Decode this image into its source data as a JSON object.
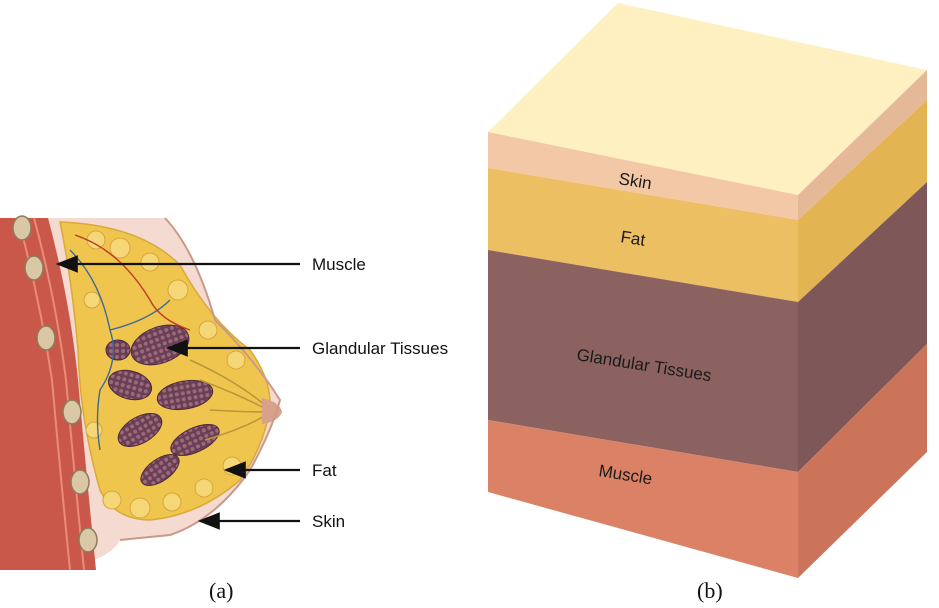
{
  "panel_a": {
    "caption": "(a)",
    "labels": {
      "muscle": "Muscle",
      "glandular": "Glandular Tissues",
      "fat": "Fat",
      "skin": "Skin"
    }
  },
  "panel_b": {
    "caption": "(b)",
    "layers": {
      "skin": "Skin",
      "fat": "Fat",
      "glandular": "Glandular Tissues",
      "muscle": "Muscle"
    }
  },
  "colors": {
    "skin_layer": "#F3C9A6",
    "fat_layer": "#ECC063",
    "glandular_layer": "#8D6360",
    "muscle_layer": "#D98166",
    "top_face": "#FFF0C2",
    "breast_fat": "#F2C752",
    "gland_lobule": "#7A4A5A",
    "muscle_red": "#C84A3C"
  }
}
